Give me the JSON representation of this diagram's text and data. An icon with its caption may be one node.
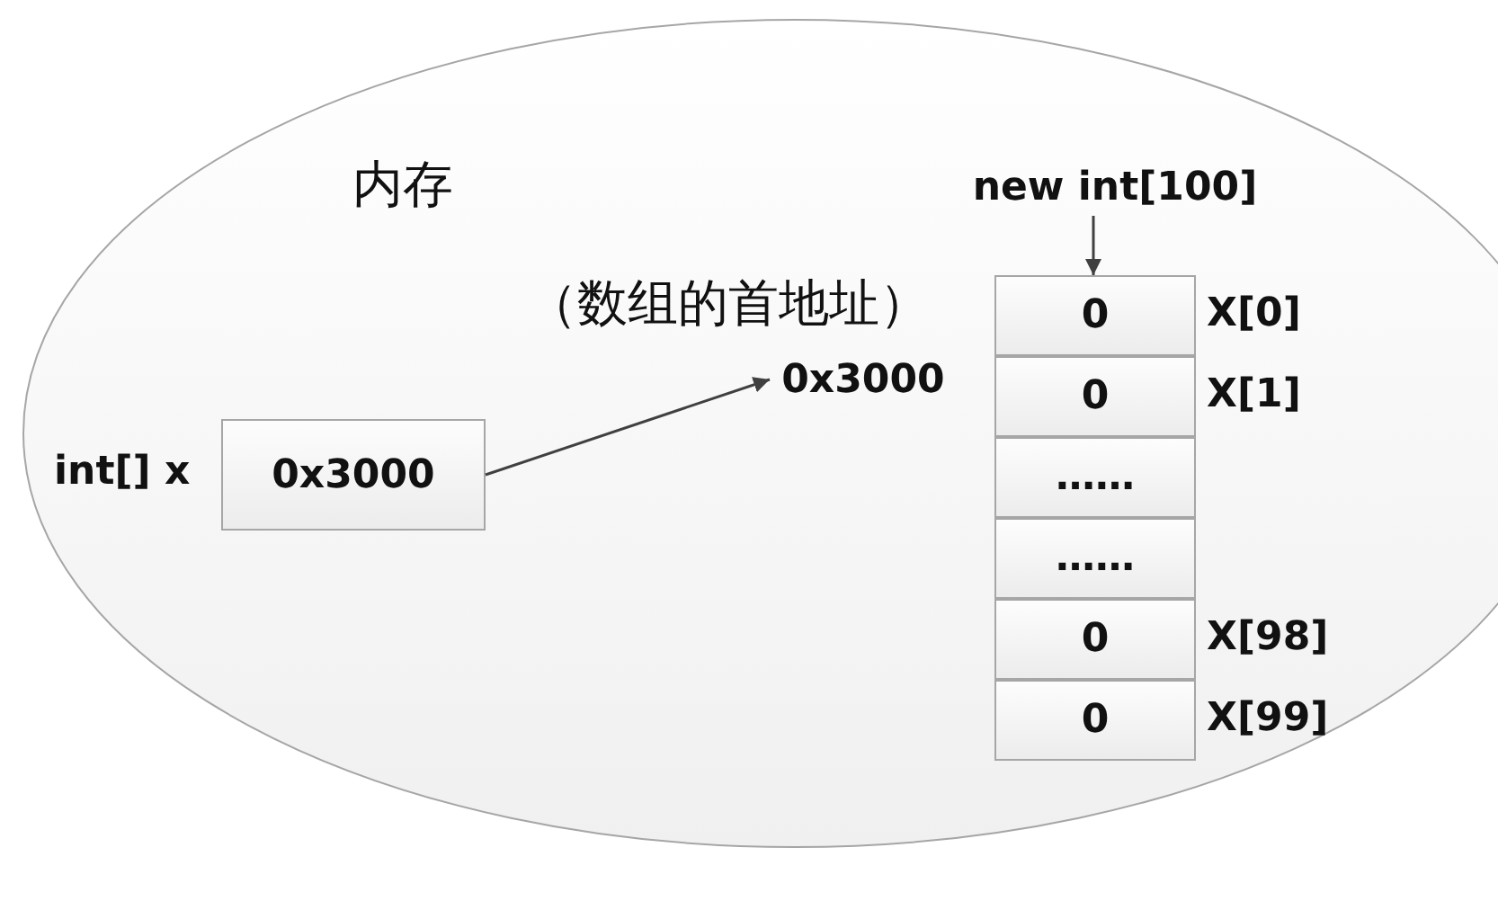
{
  "diagram": {
    "nodes": [
      {
        "text": [
          "内存"
        ]
      },
      {
        "text": [
          "0x3000"
        ],
        "in": 0,
        "beside": [
          "int[] x"
        ]
      },
      {
        "text": [
          "0x3000"
        ],
        "in": 0,
        "beside": [
          "（数组的首地址）"
        ]
      },
      {
        "text": [
          "new int[100]"
        ],
        "in": 0
      },
      {
        "text": [
          "0"
        ],
        "in": 0,
        "beside": [
          "X[0]"
        ]
      },
      {
        "text": [
          "0"
        ],
        "in": 0,
        "beside": [
          "X[1]"
        ]
      },
      {
        "text": [
          "……"
        ],
        "in": 0
      },
      {
        "text": [
          "……"
        ],
        "in": 0
      },
      {
        "text": [
          "0"
        ],
        "in": 0,
        "beside": [
          "X[98]"
        ]
      },
      {
        "text": [
          "0"
        ],
        "in": 0,
        "beside": [
          "X[99]"
        ]
      }
    ],
    "edges": [
      {
        "from": 1,
        "to": 2,
        "arrow": "to"
      },
      {
        "from": 3,
        "to": 4,
        "arrow": "to"
      }
    ]
  }
}
